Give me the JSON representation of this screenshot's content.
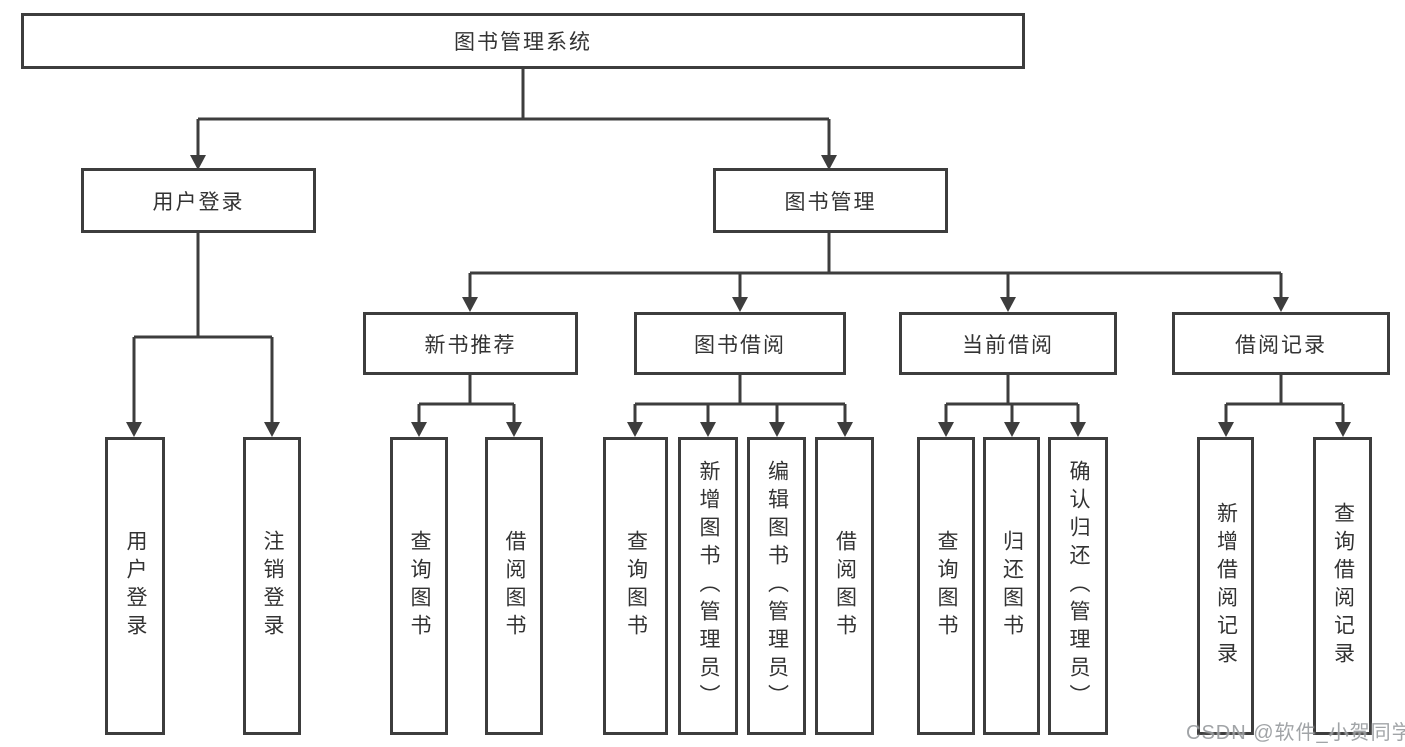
{
  "diagram_title": "图书管理系统",
  "nodes": {
    "root": {
      "label": "图书管理系统"
    },
    "user_login_group": {
      "label": "用户登录"
    },
    "book_management": {
      "label": "图书管理"
    },
    "user_login": {
      "label": "用户登录"
    },
    "logout_login": {
      "label": "注销登录"
    },
    "new_book_recommend": {
      "label": "新书推荐"
    },
    "book_borrow": {
      "label": "图书借阅"
    },
    "current_borrow": {
      "label": "当前借阅"
    },
    "borrow_record": {
      "label": "借阅记录"
    },
    "nb_query_book": {
      "label": "查询图书"
    },
    "nb_borrow_book": {
      "label": "借阅图书"
    },
    "bb_query_book": {
      "label": "查询图书"
    },
    "bb_add_book_admin": {
      "label": "新增图书（管理员）"
    },
    "bb_edit_book_admin": {
      "label": "编辑图书（管理员）"
    },
    "bb_borrow_book": {
      "label": "借阅图书"
    },
    "cb_query_book": {
      "label": "查询图书"
    },
    "cb_return_book": {
      "label": "归还图书"
    },
    "cb_confirm_return_admin": {
      "label": "确认归还（管理员）"
    },
    "br_add_record": {
      "label": "新增借阅记录"
    },
    "br_query_record": {
      "label": "查询借阅记录"
    }
  },
  "structure": {
    "图书管理系统": {
      "用户登录": [
        "用户登录",
        "注销登录"
      ],
      "图书管理": {
        "新书推荐": [
          "查询图书",
          "借阅图书"
        ],
        "图书借阅": [
          "查询图书",
          "新增图书（管理员）",
          "编辑图书（管理员）",
          "借阅图书"
        ],
        "当前借阅": [
          "查询图书",
          "归还图书",
          "确认归还（管理员）"
        ],
        "借阅记录": [
          "新增借阅记录",
          "查询借阅记录"
        ]
      }
    }
  },
  "watermark": {
    "text": "CSDN @软件_小贺同学"
  },
  "colors": {
    "line": "#3d3d3d",
    "text": "#333333",
    "background": "#ffffff",
    "watermark": "#919498"
  }
}
